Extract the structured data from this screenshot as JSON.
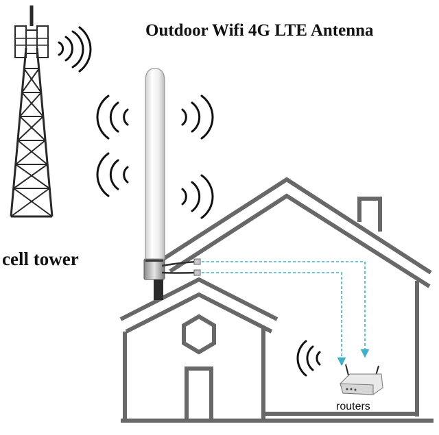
{
  "title": "Outdoor Wifi 4G LTE Antenna",
  "labels": {
    "cell_tower": "cell tower",
    "routers": "routers"
  },
  "colors": {
    "house_outline": "#686868",
    "tower": "#2a2a2a",
    "signal_waves": "#111111",
    "cable_arrows": "#3fb0c8",
    "antenna_body": "#f1f1f1",
    "background": "#ffffff"
  },
  "icons": [
    "cell-tower-icon",
    "antenna-icon",
    "house-icon",
    "router-icon",
    "wifi-signal-icon"
  ]
}
